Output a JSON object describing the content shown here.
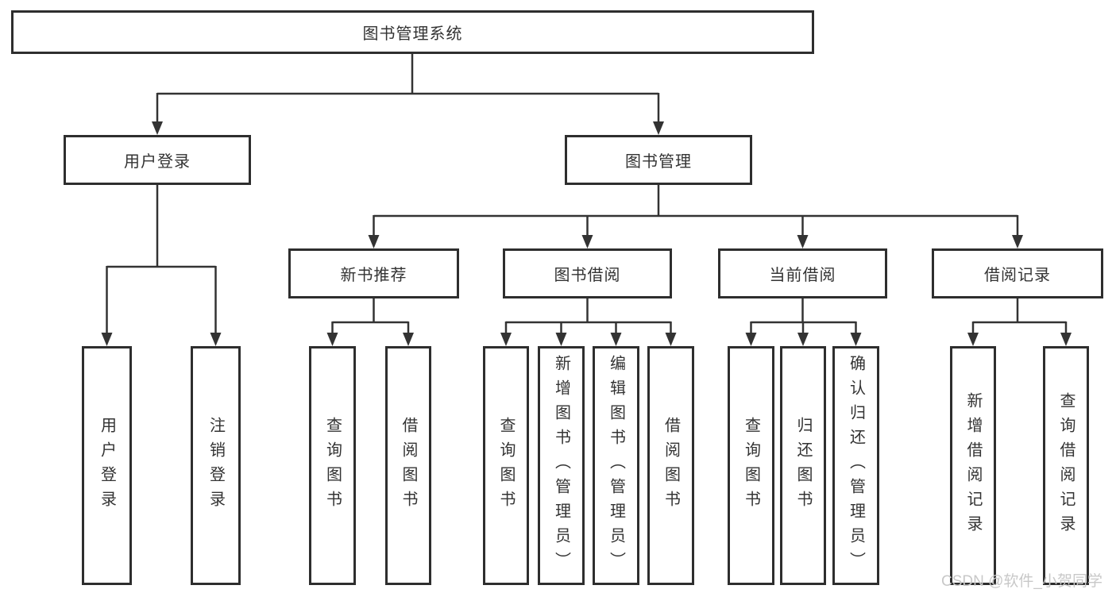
{
  "diagram": {
    "root": {
      "label": "图书管理系统"
    },
    "branches": [
      {
        "label": "用户登录",
        "children": [
          "用户登录",
          "注销登录"
        ]
      },
      {
        "label": "图书管理",
        "sections": [
          {
            "label": "新书推荐",
            "children": [
              "查询图书",
              "借阅图书"
            ]
          },
          {
            "label": "图书借阅",
            "children": [
              "查询图书",
              "新增图书（管理员）",
              "编辑图书（管理员）",
              "借阅图书"
            ]
          },
          {
            "label": "当前借阅",
            "children": [
              "查询图书",
              "归还图书",
              "确认归还（管理员）"
            ]
          },
          {
            "label": "借阅记录",
            "children": [
              "新增借阅记录",
              "查询借阅记录"
            ]
          }
        ]
      }
    ]
  },
  "watermark": {
    "text": "CSDN @软件_小贺同学"
  },
  "colors": {
    "line": "#333333",
    "box_border": "#2e2e2e",
    "text": "#333333",
    "background": "#ffffff",
    "watermark": "#c8c8c8"
  }
}
